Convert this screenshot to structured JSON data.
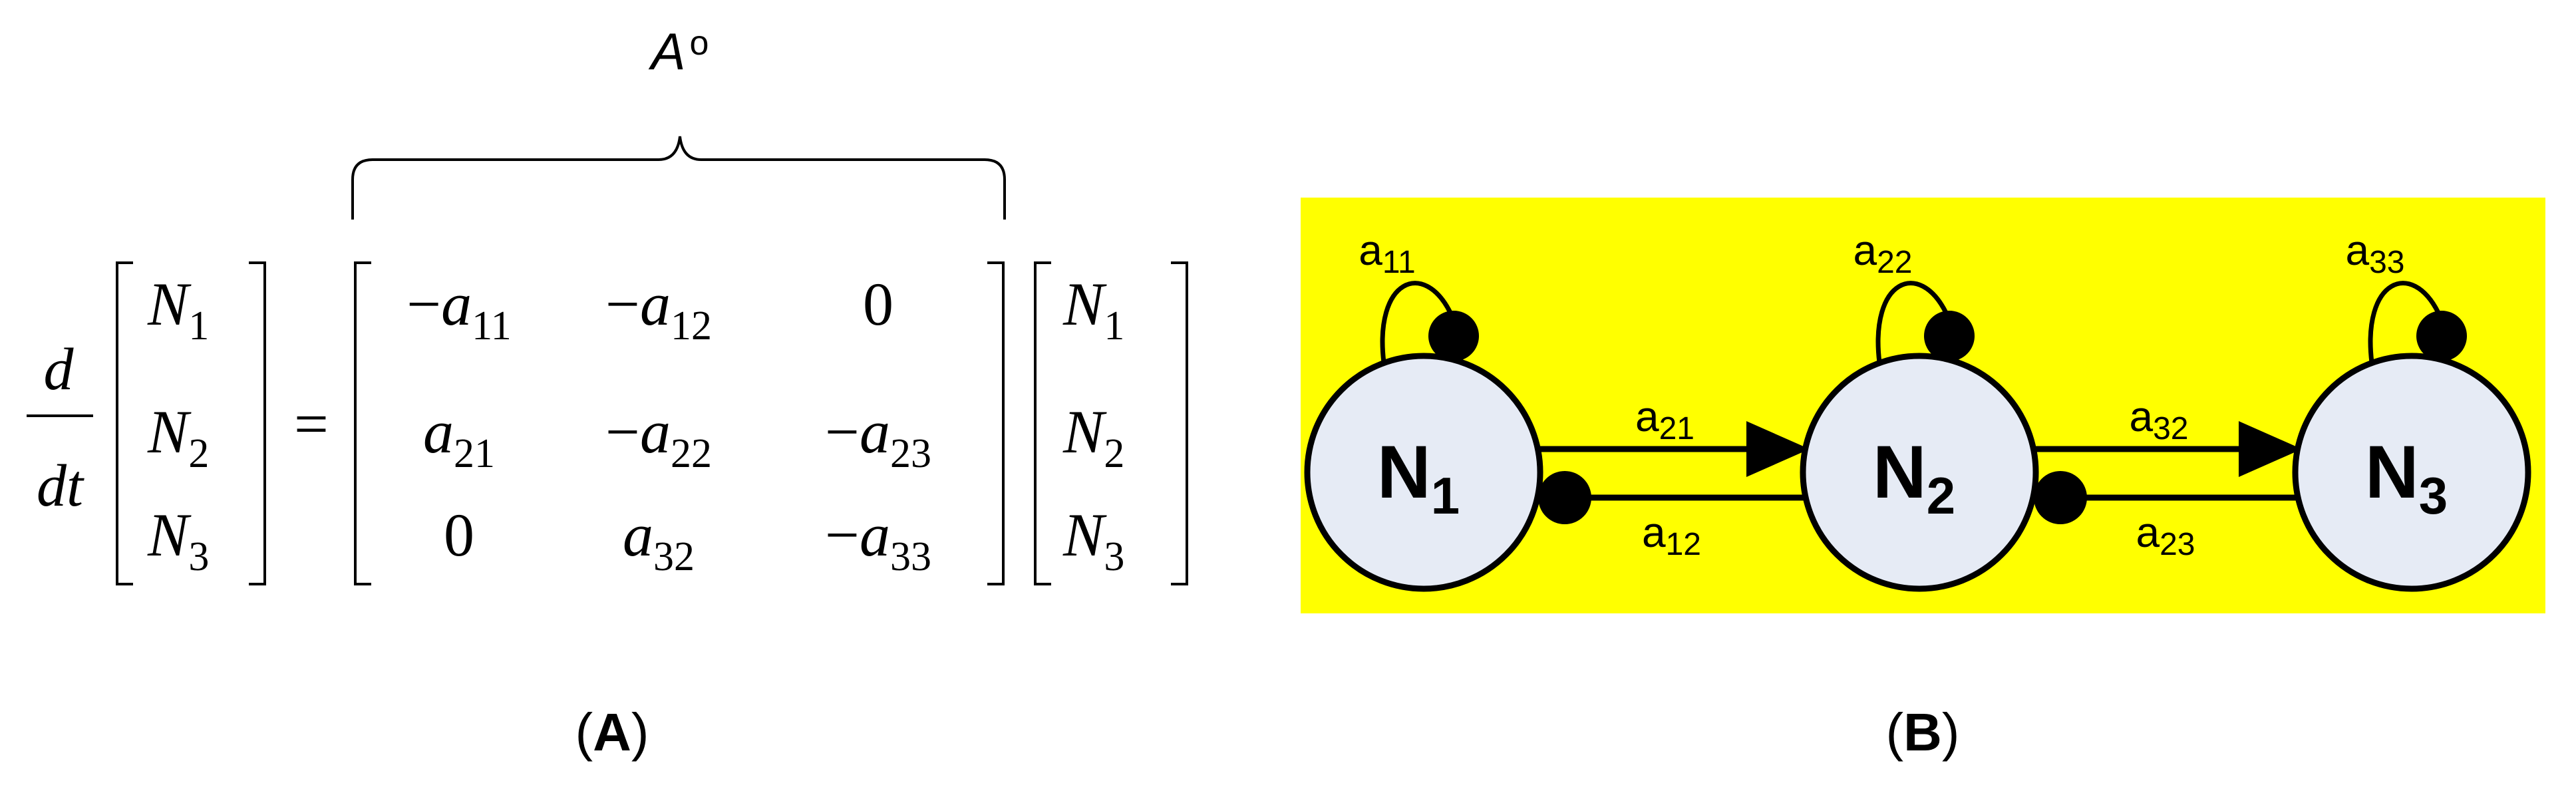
{
  "panel_a": {
    "label_prefix": "(",
    "label_letter": "A",
    "label_suffix": ")",
    "brace_label": "A",
    "brace_label_sup": "o",
    "derivative": {
      "numerator": "d",
      "denominator": "dt"
    },
    "equals": "=",
    "lhs_vector": [
      {
        "base": "N",
        "sub": "1"
      },
      {
        "base": "N",
        "sub": "2"
      },
      {
        "base": "N",
        "sub": "3"
      }
    ],
    "matrix": [
      [
        {
          "sign": "−",
          "base": "a",
          "sub": "11"
        },
        {
          "sign": "−",
          "base": "a",
          "sub": "12"
        },
        {
          "sign": "",
          "base": "0",
          "sub": ""
        }
      ],
      [
        {
          "sign": "",
          "base": "a",
          "sub": "21"
        },
        {
          "sign": "−",
          "base": "a",
          "sub": "22"
        },
        {
          "sign": "−",
          "base": "a",
          "sub": "23"
        }
      ],
      [
        {
          "sign": "",
          "base": "0",
          "sub": ""
        },
        {
          "sign": "",
          "base": "a",
          "sub": "32"
        },
        {
          "sign": "−",
          "base": "a",
          "sub": "33"
        }
      ]
    ],
    "rhs_vector": [
      {
        "base": "N",
        "sub": "1"
      },
      {
        "base": "N",
        "sub": "2"
      },
      {
        "base": "N",
        "sub": "3"
      }
    ]
  },
  "panel_b": {
    "label_prefix": "(",
    "label_letter": "B",
    "label_suffix": ")",
    "background_color": "#ffff00",
    "node_fill": "#e6ebf5",
    "nodes": [
      {
        "base": "N",
        "sub": "1"
      },
      {
        "base": "N",
        "sub": "2"
      },
      {
        "base": "N",
        "sub": "3"
      }
    ],
    "self_loops": [
      {
        "base": "a",
        "sub": "11"
      },
      {
        "base": "a",
        "sub": "22"
      },
      {
        "base": "a",
        "sub": "33"
      }
    ],
    "edges": [
      {
        "base": "a",
        "sub": "21",
        "head": "arrow"
      },
      {
        "base": "a",
        "sub": "12",
        "head": "dot"
      },
      {
        "base": "a",
        "sub": "32",
        "head": "arrow"
      },
      {
        "base": "a",
        "sub": "23",
        "head": "dot"
      }
    ]
  }
}
